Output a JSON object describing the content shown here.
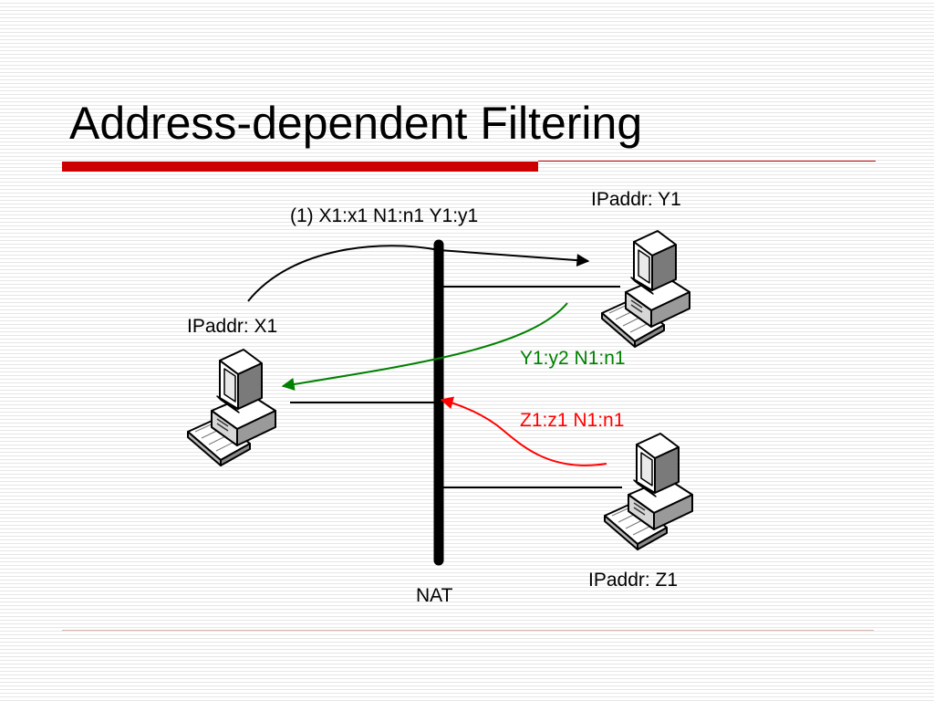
{
  "slide": {
    "title": "Address-dependent Filtering"
  },
  "diagram": {
    "nat_label": "NAT",
    "hosts": {
      "x1": {
        "label": "IPaddr: X1"
      },
      "y1": {
        "label": "IPaddr: Y1"
      },
      "z1": {
        "label": "IPaddr: Z1"
      }
    },
    "flows": {
      "outbound": {
        "label": "(1) X1:x1  N1:n1 Y1:y1",
        "color": "#000000"
      },
      "y1_reply": {
        "label": "Y1:y2 N1:n1",
        "color": "#008000"
      },
      "z1_blocked": {
        "label": "Z1:z1 N1:n1",
        "color": "#ff0000"
      }
    },
    "icons": [
      "computer-icon",
      "computer-icon",
      "computer-icon"
    ]
  }
}
